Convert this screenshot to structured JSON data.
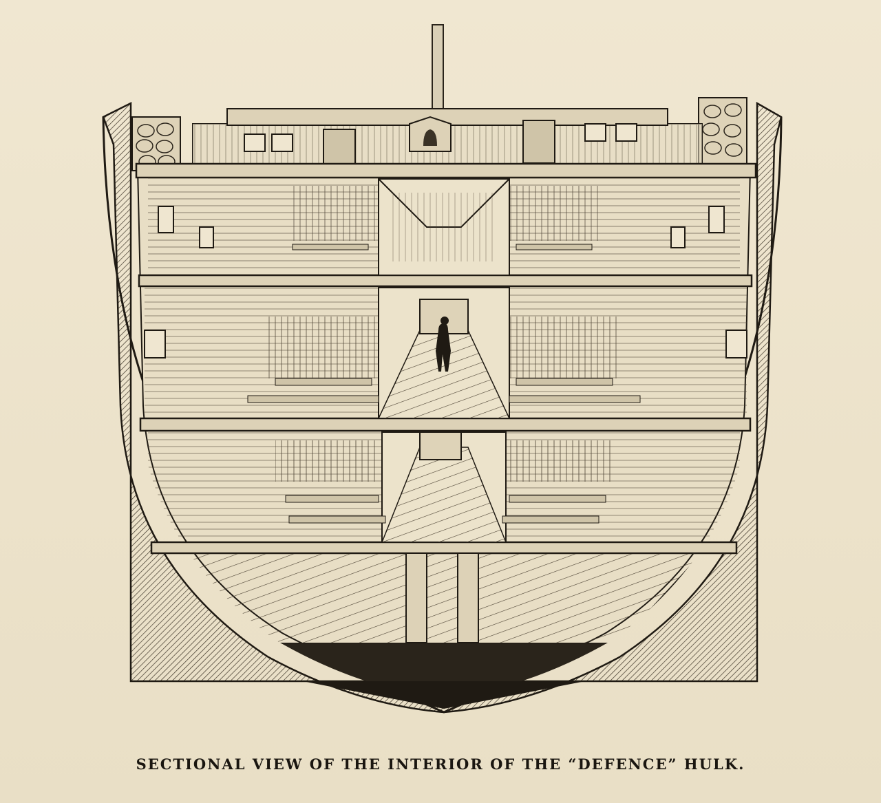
{
  "figure": {
    "caption": "SECTIONAL VIEW OF THE INTERIOR OF THE “DEFENCE” HULK.",
    "decks": [
      "upper-deck",
      "middle-deck",
      "lower-deck",
      "hold"
    ]
  }
}
